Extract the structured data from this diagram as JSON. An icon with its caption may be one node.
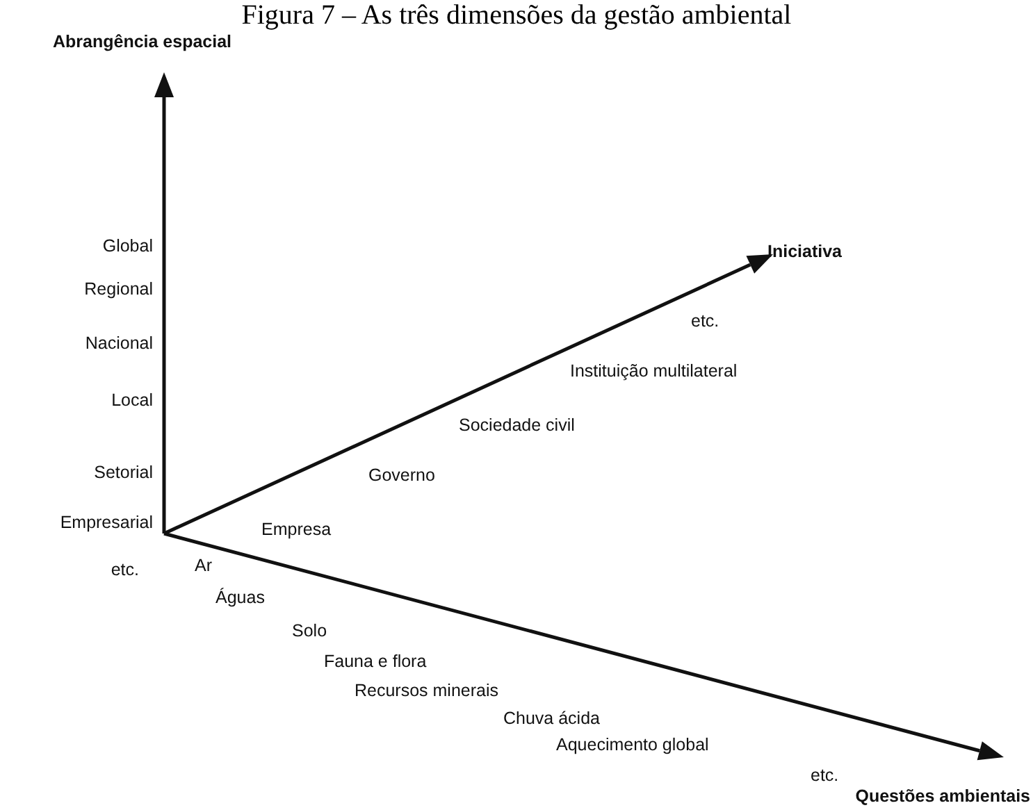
{
  "diagram": {
    "title": "Figura 7 – As três dimensões da gestão ambiental",
    "labels": [
      "Abrangência espacial",
      "Global",
      "Regional",
      "Nacional",
      "Local",
      "Setorial",
      "Empresarial",
      "etc.",
      "Iniciativa",
      "etc.",
      "Instituição multilateral",
      "Sociedade civil",
      "Governo",
      "Empresa",
      "Ar",
      "Águas",
      "Solo",
      "Fauna e flora",
      "Recursos minerais",
      "Chuva ácida",
      "Aquecimento global",
      "etc.",
      "Questões ambientais"
    ]
  }
}
